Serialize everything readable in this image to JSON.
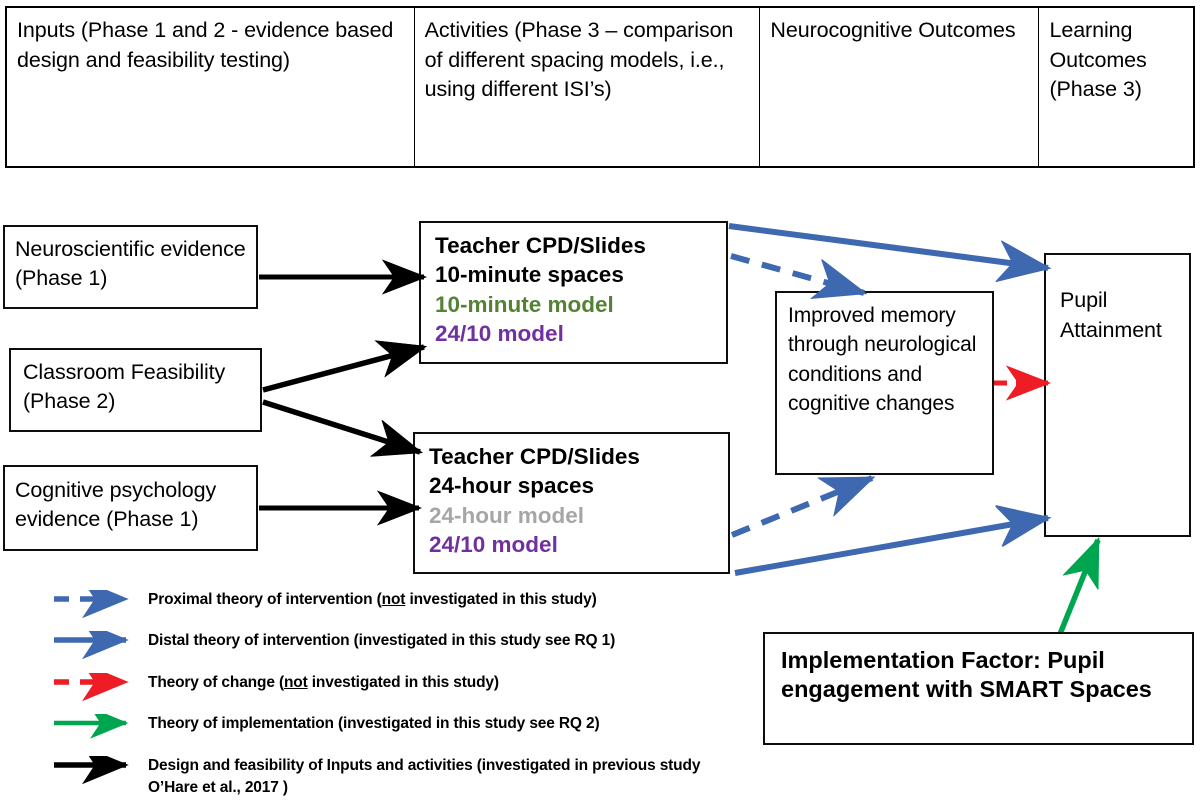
{
  "header_table": {
    "columns": [
      {
        "id": "inputs",
        "label": "Inputs (Phase 1 and 2 - evidence based design and feasibility testing)"
      },
      {
        "id": "activities",
        "label": "Activities (Phase 3 – comparison of different spacing models, i.e., using different ISI’s)"
      },
      {
        "id": "neurocognitive-outcomes",
        "label": "Neurocognitive Outcomes"
      },
      {
        "id": "learning-outcomes",
        "label": "Learning Outcomes (Phase 3)"
      }
    ]
  },
  "nodes": {
    "neuroscientific_evidence": "Neuroscientific evidence (Phase 1)",
    "classroom_feasibility": "Classroom Feasibility (Phase 2)",
    "cognitive_psychology_evidence": "Cognitive psychology evidence (Phase 1)",
    "cpd_10": {
      "line1": "Teacher CPD/Slides",
      "line2": "10-minute spaces",
      "line3": "10-minute model",
      "line4": "24/10 model"
    },
    "cpd_24": {
      "line1": "Teacher CPD/Slides",
      "line2": "24-hour spaces",
      "line3": "24-hour model",
      "line4": "24/10 model"
    },
    "improved_memory": "Improved memory through neurological conditions and cognitive changes",
    "pupil_attainment": "Pupil Attainment",
    "implementation_factor": "Implementation Factor: Pupil engagement with SMART Spaces"
  },
  "legend": {
    "items": [
      {
        "id": "proximal-theory",
        "style": "dashed-blue",
        "text_before": "Proximal theory of intervention (",
        "underlined": "not",
        "text_after": " investigated in this study)"
      },
      {
        "id": "distal-theory",
        "style": "solid-blue",
        "text_before": "Distal theory of intervention (investigated in this study see RQ 1)",
        "underlined": "",
        "text_after": ""
      },
      {
        "id": "theory-of-change",
        "style": "dashed-red",
        "text_before": "Theory of change (",
        "underlined": "not",
        "text_after": " investigated in this study)"
      },
      {
        "id": "theory-of-implementation",
        "style": "solid-green",
        "text_before": "Theory of implementation (investigated in this study see RQ 2)",
        "underlined": "",
        "text_after": ""
      },
      {
        "id": "design-feasibility",
        "style": "solid-black",
        "text_before": "Design and feasibility of Inputs and activities (investigated in previous study O’Hare et al., 2017 )",
        "underlined": "",
        "text_after": ""
      }
    ]
  },
  "colors": {
    "blue": "#3E68B0",
    "red": "#EE1C25",
    "green": "#00A64F",
    "black": "#000000",
    "model_green": "#548235",
    "model_purple": "#7030A0",
    "model_gray": "#A6A6A6",
    "border": "#0D0D0D"
  }
}
